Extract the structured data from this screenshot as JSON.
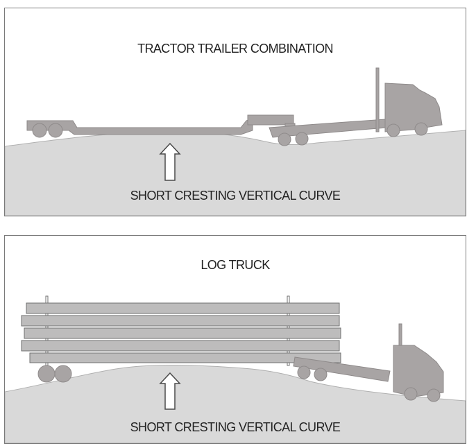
{
  "panels": [
    {
      "title": "TRACTOR TRAILER COMBINATION",
      "caption": "SHORT CRESTING VERTICAL CURVE"
    },
    {
      "title": "LOG TRUCK",
      "caption": "SHORT CRESTING VERTICAL CURVE"
    }
  ],
  "colors": {
    "ground": "#d9d9d9",
    "vehicle": "#a8a4a4",
    "vehicle_outline": "#8e8a8a",
    "logs": "#bdbcbc",
    "arrow_fill": "#ffffff",
    "outline": "#4a4a4a"
  }
}
